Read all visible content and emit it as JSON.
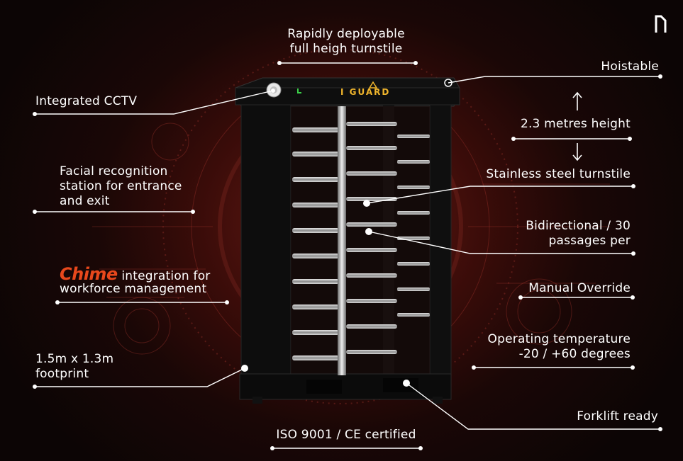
{
  "brand": {
    "product_name": "I GUARD",
    "logo_icon": "n-brand-logo-icon"
  },
  "labels": {
    "top": "Rapidly deployable\nfull heigh turnstile",
    "cctv": "Integrated CCTV",
    "hoistable": "Hoistable",
    "height": "2.3 metres height",
    "facial": "Facial recognition\nstation for entrance\nand exit",
    "steel": "Stainless steel turnstile",
    "bidirectional": "Bidirectional / 30\npassages per",
    "chime_brand": "Chime",
    "chime_rest": " integration for",
    "chime_line2": "workforce management",
    "manual": "Manual Override",
    "temperature": "Operating temperature\n-20 / +60 degrees",
    "footprint": "1.5m x 1.3m\nfootprint",
    "forklift": "Forklift ready",
    "iso": "ISO 9001 / CE certified"
  },
  "icons": {
    "up_arrow": "up-arrow-icon",
    "down_arrow": "down-arrow-icon"
  },
  "colors": {
    "background": "#1a0706",
    "accent_red": "#e8481c",
    "brand_gold": "#f0b52c",
    "indicator_green": "#3cd14a"
  }
}
